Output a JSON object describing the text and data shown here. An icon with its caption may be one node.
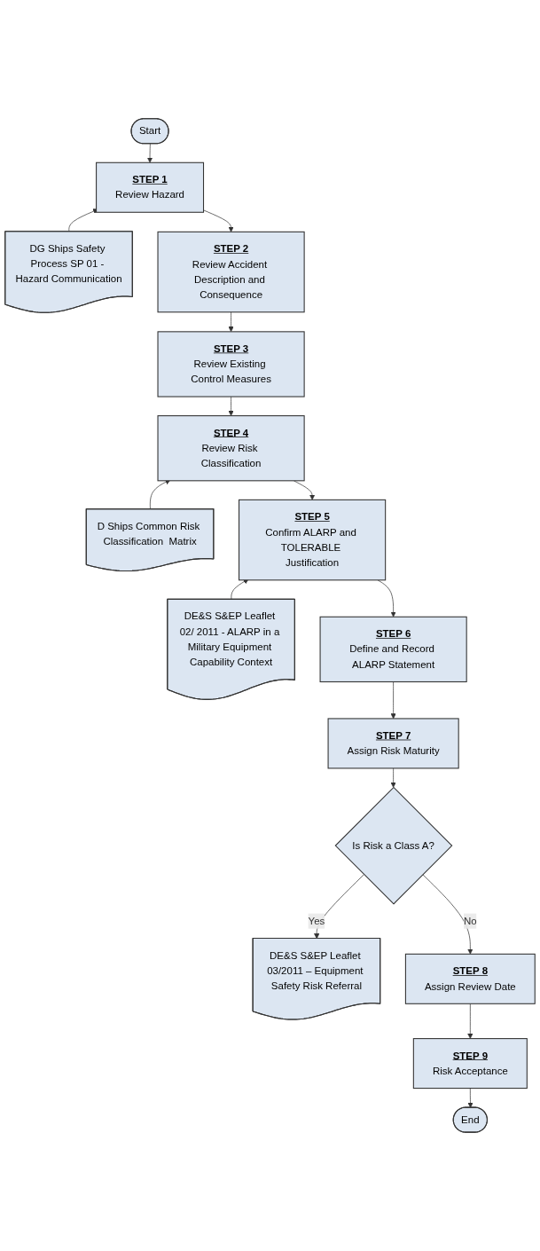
{
  "diagram": {
    "nodes": [
      {
        "text": [
          "Start"
        ]
      },
      {
        "text": [
          "STEP 1",
          "Review Hazard"
        ]
      },
      {
        "text": [
          "DG Ships Safety Process SP 01 - Hazard Communication"
        ]
      },
      {
        "text": [
          "STEP 2",
          "Review Accident Description and Consequence"
        ]
      },
      {
        "text": [
          "STEP 3",
          "Review Existing Control Measures"
        ]
      },
      {
        "text": [
          "STEP 4",
          "Review Risk Classification"
        ]
      },
      {
        "text": [
          "D Ships Common Risk Classification  Matrix"
        ]
      },
      {
        "text": [
          "STEP 5",
          "Confirm ALARP and TOLERABLE Justification"
        ]
      },
      {
        "text": [
          "DE&S S&EP Leaflet 02/ 2011 - ALARP in a Military Equipment Capability Context"
        ]
      },
      {
        "text": [
          "STEP 6",
          "Define and Record ALARP Statement"
        ]
      },
      {
        "text": [
          "STEP 7",
          "Assign Risk Maturity"
        ]
      },
      {
        "text": [
          "Is Risk a Class A?"
        ]
      },
      {
        "text": [
          "DE&S S&EP Leaflet 03/2011 – Equipment Safety Risk Referral"
        ]
      },
      {
        "text": [
          "STEP 8",
          "Assign Review Date"
        ]
      },
      {
        "text": [
          "STEP 9",
          "Risk Acceptance"
        ]
      },
      {
        "text": [
          "End"
        ]
      }
    ],
    "edges": [
      {
        "from": 0,
        "to": 1,
        "arrow": "to"
      },
      {
        "from": 2,
        "to": 1,
        "arrow": "to"
      },
      {
        "from": 1,
        "to": 3,
        "arrow": "to"
      },
      {
        "from": 3,
        "to": 4,
        "arrow": "to"
      },
      {
        "from": 4,
        "to": 5,
        "arrow": "to"
      },
      {
        "from": 6,
        "to": 5,
        "arrow": "to"
      },
      {
        "from": 5,
        "to": 7,
        "arrow": "to"
      },
      {
        "from": 8,
        "to": 7,
        "arrow": "to"
      },
      {
        "from": 7,
        "to": 9,
        "arrow": "to"
      },
      {
        "from": 9,
        "to": 10,
        "arrow": "to"
      },
      {
        "from": 10,
        "to": 11,
        "arrow": "to"
      },
      {
        "from": 11,
        "to": 12,
        "label": "Yes",
        "arrow": "to"
      },
      {
        "from": 11,
        "to": 13,
        "label": "No",
        "arrow": "to"
      },
      {
        "from": 13,
        "to": 14,
        "arrow": "to"
      },
      {
        "from": 14,
        "to": 15,
        "arrow": "to"
      }
    ]
  }
}
